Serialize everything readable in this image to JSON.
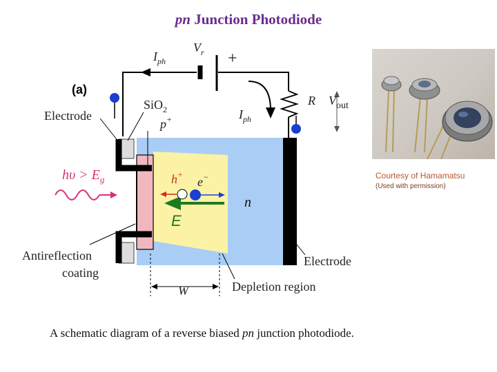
{
  "title": {
    "prefix": "pn",
    "rest": " Junction Photodiode"
  },
  "diagram": {
    "panel_label": "(a)",
    "electrode_left": "Electrode",
    "electrode_right": "Electrode",
    "sio2": "SiO",
    "sio2_sub": "2",
    "p_plus": "p",
    "p_plus_sup": "+",
    "iph": "I",
    "iph_sub": "ph",
    "vr": "V",
    "vr_sub": "r",
    "plus_sign": "+",
    "r_label": "R",
    "vout": "V",
    "vout_sub": "out",
    "h_label": "h",
    "h_sup": "+",
    "e_label": "e",
    "e_sup": "−",
    "n_label": "n",
    "field_label": "E",
    "light_label": "hυ > E",
    "light_sub": "g",
    "antireflection_1": "Antireflection",
    "antireflection_2": "coating",
    "w_label": "W",
    "depletion": "Depletion region"
  },
  "photo": {
    "courtesy": "Courtesy of Hamamatsu",
    "permission": "(Used with permission)"
  },
  "caption": {
    "prefix": "A schematic diagram of a reverse biased ",
    "italic": "pn",
    "suffix": " junction photodiode."
  },
  "colors": {
    "title": "#6a2c8f",
    "n_region": "#a9cdf5",
    "depletion": "#fbf2a6",
    "p_region": "#f0b8be",
    "field_arrow": "#1f7a1f",
    "light_wave": "#d6307a",
    "carriers": "#1a3fd1",
    "hole_label": "#d12b1a",
    "courtesy": "#b5562b"
  }
}
